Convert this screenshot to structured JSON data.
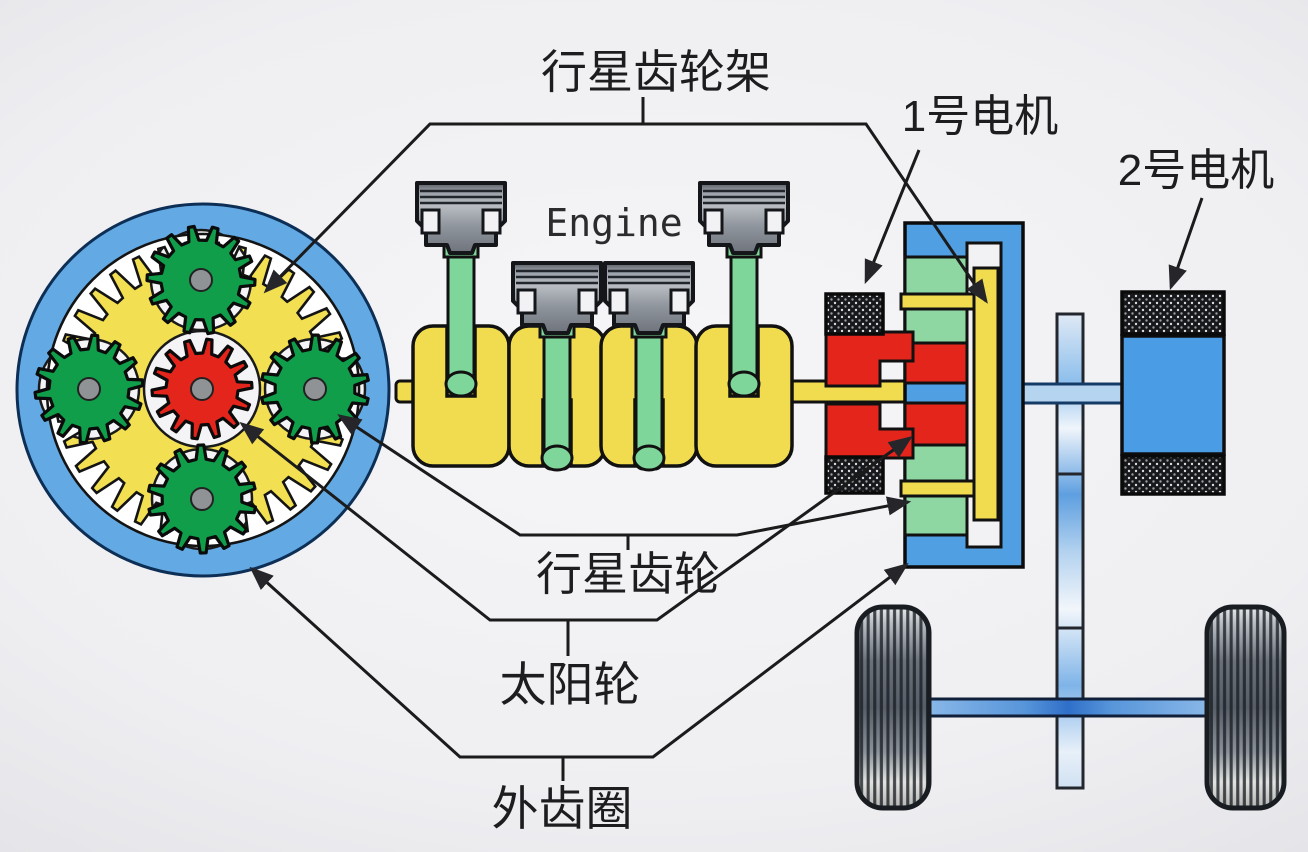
{
  "diagram": {
    "labels": {
      "planet_carrier": "行星齿轮架",
      "motor_1": "1号电机",
      "motor_2": "2号电机",
      "engine": "Engine",
      "planet_gear": "行星齿轮",
      "sun_gear": "太阳轮",
      "outer_ring_gear": "外齿圈"
    },
    "colors": {
      "ring_disc_blue": "#63aae4",
      "housing_blue": "#4f9fe2",
      "rotor_blue": "#4a9ce4",
      "light_shaft_blue": "#b5d4f0",
      "carrier_yellow": "#f2df52",
      "shaft_yellow": "#f0dc4e",
      "planet_green": "#119e4b",
      "block_green": "#8fd7a2",
      "rod_green": "#7fd69a",
      "sun_red": "#e3251c",
      "line_black": "#1b1b1b",
      "hub_gray": "#909396"
    }
  }
}
